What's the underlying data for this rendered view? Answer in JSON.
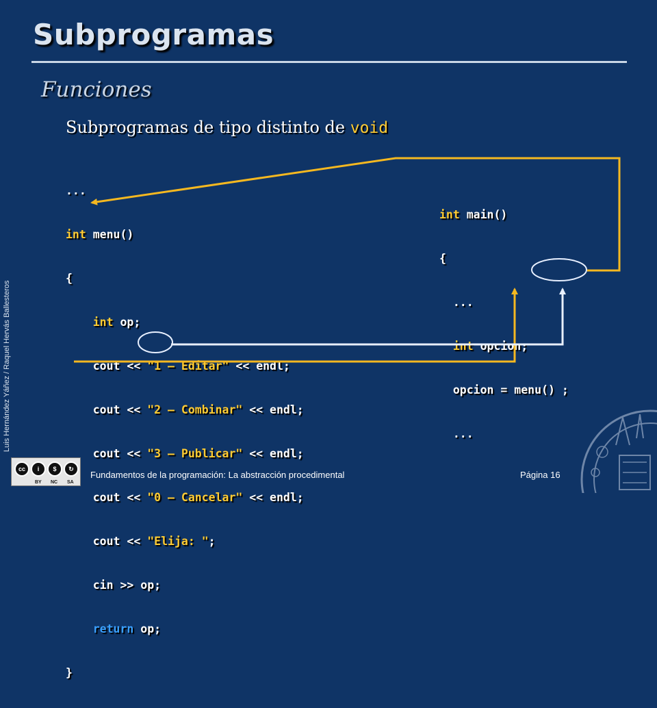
{
  "slide": {
    "title": "Subprogramas",
    "subtitle": "Funciones",
    "heading_text": "Subprogramas de tipo distinto de ",
    "heading_keyword": "void"
  },
  "menu_code": {
    "ellipsis": "...",
    "int_kw": "int",
    "signature": " menu()",
    "open_brace": "{",
    "decl_kw": "int",
    "decl": " op;",
    "cout_prefix": "cout << ",
    "endl_suffix": " << endl;",
    "options": [
      "\"1 – Editar\"",
      "\"2 – Combinar\"",
      "\"3 – Publicar\"",
      "\"0 – Cancelar\""
    ],
    "prompt_str": "\"Elija: \"",
    "prompt_suffix": ";",
    "cin_line": "cin >> op;",
    "return_kw": "return",
    "return_value": " op;",
    "close_brace": "}"
  },
  "main_code": {
    "int_kw": "int",
    "signature": " main()",
    "open_brace": "{",
    "ellipsis_1": "...",
    "decl_kw": "int",
    "decl": " opcion;",
    "assign": "opcion = menu() ;",
    "ellipsis_2": "..."
  },
  "colors": {
    "background": "#0f3466",
    "keyword": "#ffcc33",
    "return_keyword": "#3aa0ff",
    "call_arrow": "#f5b820",
    "return_arrow": "#e8f0ff"
  },
  "sidebar_credit": "Luis Hernández Yáñez / Raquel Hervás Ballesteros",
  "license": {
    "icons": [
      "cc-icon",
      "by-icon",
      "nc-icon",
      "sa-icon"
    ],
    "labels": [
      "BY",
      "NC",
      "SA"
    ]
  },
  "footer": {
    "course": "Fundamentos de la programación: La abstracción procedimental",
    "page": "Página 16"
  }
}
